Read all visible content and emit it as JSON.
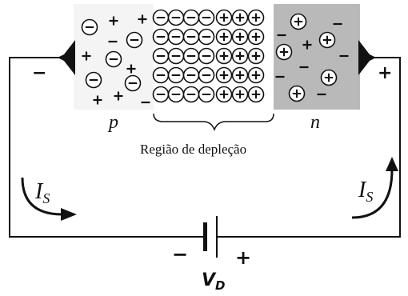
{
  "labels": {
    "p_region": "p",
    "n_region": "n",
    "depletion": "Região de depleção",
    "current_left": "I",
    "current_left_sub": "S",
    "current_right": "I",
    "current_right_sub": "S",
    "source": "V",
    "source_sub": "D",
    "left_terminal_sign": "−",
    "right_terminal_sign": "+",
    "battery_minus": "−",
    "battery_plus": "+"
  },
  "colors": {
    "p_bg": "#f4f4f4",
    "depletion_bg": "#ffffff",
    "n_bg": "#b9b9b9",
    "ink": "#111111"
  },
  "icons": {
    "negative_ion": "circled-minus",
    "positive_ion": "circled-plus",
    "battery": "dc-source-symbol",
    "current_arrow": "curved-arrow"
  }
}
